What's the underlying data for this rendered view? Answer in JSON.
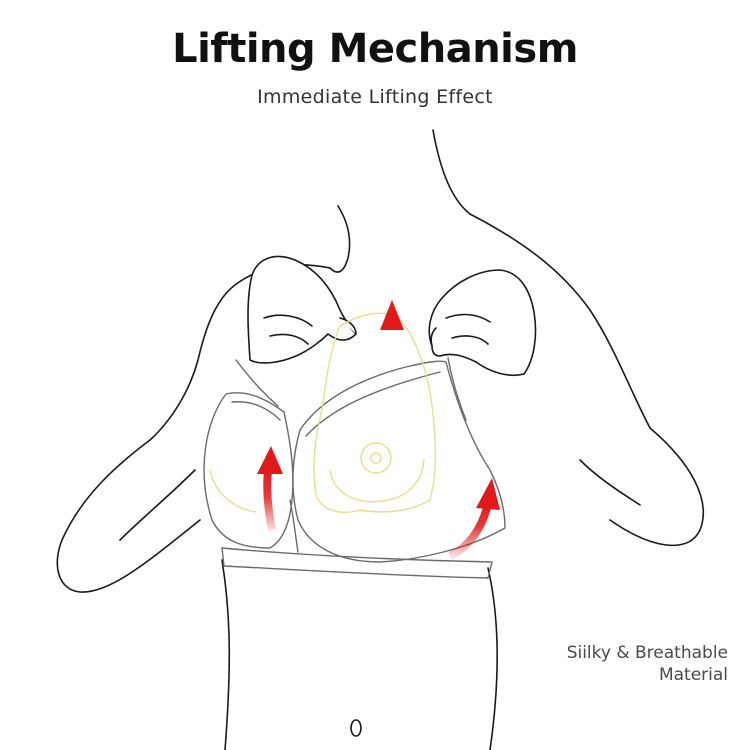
{
  "header": {
    "title": "Lifting Mechanism",
    "subtitle": "Immediate Lifting Effect"
  },
  "caption": {
    "line1": "Siilky & Breathable",
    "line2": "Material"
  },
  "colors": {
    "line": "#1a1a1a",
    "bra_line": "#6b6b6b",
    "pad_outline": "#e8dc8a",
    "arrow": "#e01a1a"
  },
  "icons": [
    "lift-arrow-icon"
  ]
}
